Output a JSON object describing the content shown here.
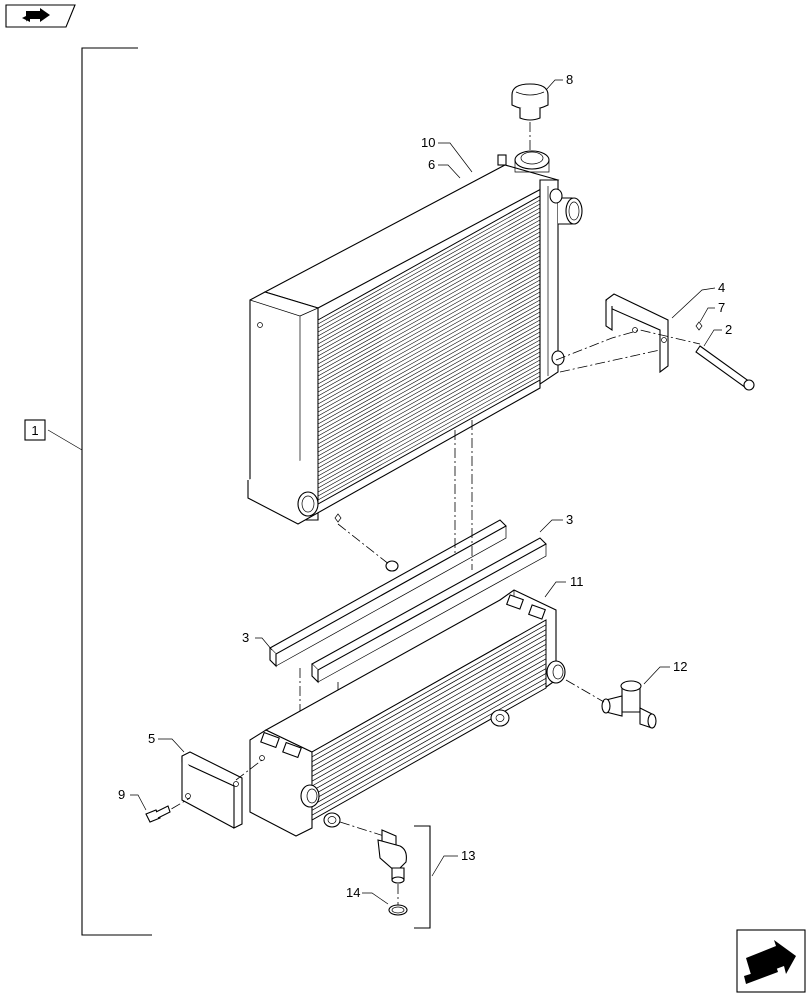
{
  "callouts": {
    "c1": "1",
    "c2": "2",
    "c3a": "3",
    "c3b": "3",
    "c4": "4",
    "c5": "5",
    "c6": "6",
    "c7": "7",
    "c8": "8",
    "c9": "9",
    "c10": "10",
    "c11": "11",
    "c12": "12",
    "c13": "13",
    "c14": "14"
  },
  "icons": {
    "top_left": "page-turn-icon",
    "bottom_right": "next-page-arrow-icon"
  }
}
